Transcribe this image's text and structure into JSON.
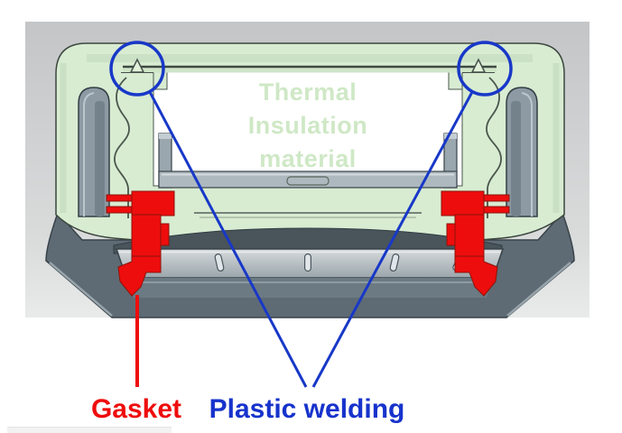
{
  "figure": {
    "description_labels": {
      "thermal": {
        "line1": "Thermal",
        "line2": "Insulation",
        "line3": "material",
        "color": "#cfe8c6"
      },
      "gasket": {
        "text": "Gasket",
        "color": "#ee0d0d"
      },
      "plastic_welding": {
        "text": "Plastic welding",
        "color": "#1733cc"
      }
    },
    "annotation_colors": {
      "welding_circle_blue": "#1838c8",
      "gasket_leader_red": "#ee0d0d"
    },
    "render_colors": {
      "viewport_background_top": "#c3c5c7",
      "viewport_background_bottom": "#e7e8e8",
      "insulation_shell_green": "#d8ecd2",
      "gasket_red": "#ee0d0d",
      "steel_gray": "#8d9aa3",
      "body_gray": "#5e6b74",
      "inner_plate_gray": "#c2cad0"
    }
  }
}
